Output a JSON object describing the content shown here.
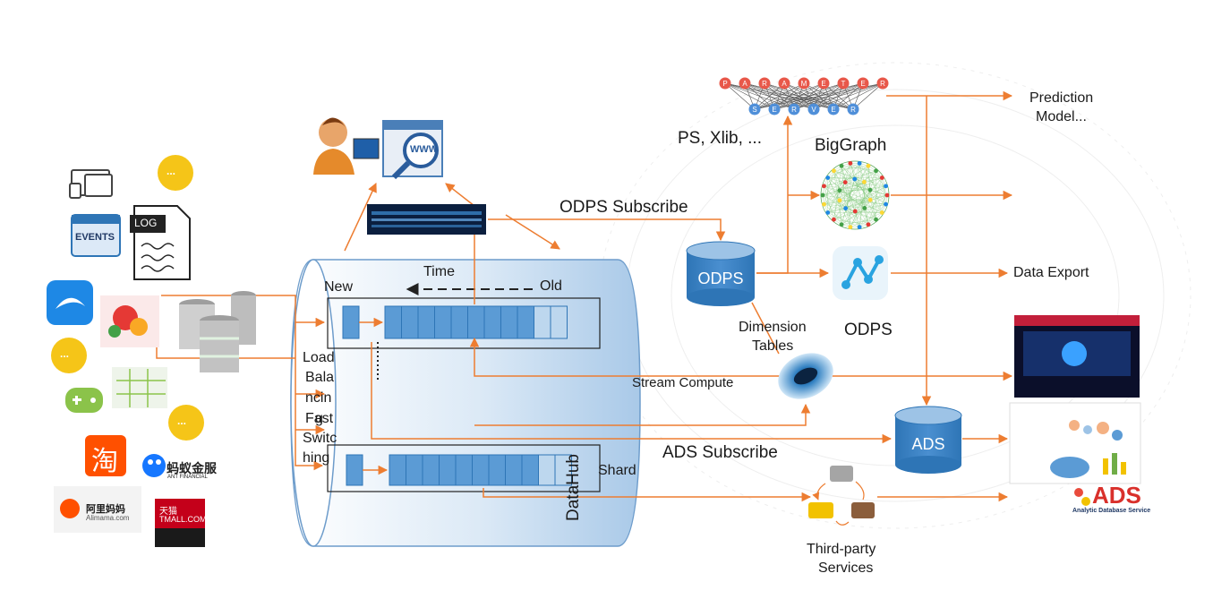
{
  "labels": {
    "time": "Time",
    "new": "New",
    "old": "Old",
    "load_balancing": [
      "Load",
      "Bala",
      "ncin",
      "g"
    ],
    "fast_switching": [
      "Fast",
      "Switc",
      "hing"
    ],
    "datahub": "DataHub",
    "shard": "Shard",
    "odps_subscribe": "ODPS Subscribe",
    "ads_subscribe": "ADS Subscribe",
    "stream_compute": "Stream Compute",
    "dimension_tables": [
      "Dimension",
      "Tables"
    ],
    "odps_cyl": "ODPS",
    "odps_below": "ODPS",
    "ads_cyl": "ADS",
    "ps_xlib": "PS, Xlib, ...",
    "biggraph": "BigGraph",
    "prediction_model": [
      "Prediction",
      "Model..."
    ],
    "data_export": "Data Export",
    "third_party": [
      "Third-party",
      "Services"
    ]
  },
  "logos": {
    "events": "EVENTS",
    "log": "LOG",
    "www": "WWW",
    "taobao": "淘",
    "ant_financial_cn": "蚂蚁金服",
    "ant_financial_en": "ANT FINANCIAL",
    "alimama_cn": "阿里妈妈",
    "alimama_en": "Alimama.com",
    "tmall_cn": "天猫",
    "tmall_en": "TMALL.COM",
    "ads_logo": "ADS",
    "ads_logo_sub": "Analytic Database Service",
    "param_letters": [
      "P",
      "A",
      "R",
      "A",
      "M",
      "E",
      "T",
      "E",
      "R"
    ],
    "server_letters": [
      "S",
      "E",
      "R",
      "V",
      "E",
      "R"
    ],
    "ellipsis": "..."
  },
  "colors": {
    "arrow": "#ed7d31",
    "cylinder": "#2e75b6",
    "queue_fill": "#5b9bd5",
    "queue_light": "#bdd7ee",
    "datahub_fill": "#cfe2f3",
    "dark": "#1f3864"
  }
}
